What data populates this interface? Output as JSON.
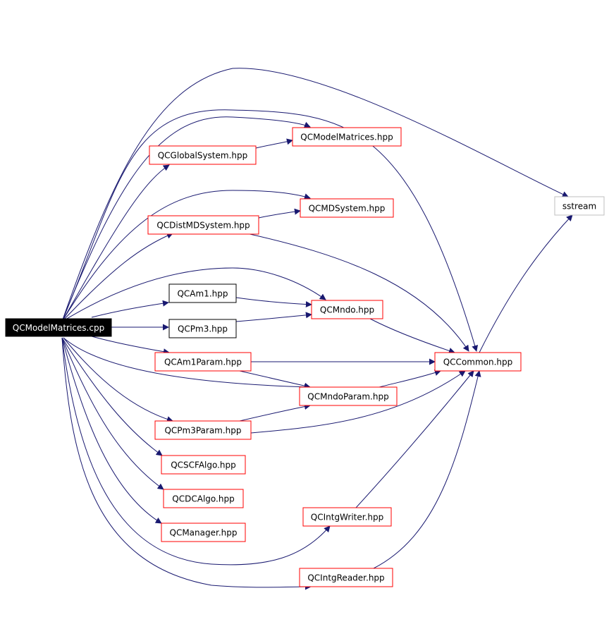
{
  "diagram": {
    "nodes": [
      {
        "id": "root",
        "label": "QCModelMatrices.cpp",
        "style": "root"
      },
      {
        "id": "modelmat",
        "label": "QCModelMatrices.hpp",
        "style": "red"
      },
      {
        "id": "globalsys",
        "label": "QCGlobalSystem.hpp",
        "style": "red"
      },
      {
        "id": "mdsystem",
        "label": "QCMDSystem.hpp",
        "style": "red"
      },
      {
        "id": "distmd",
        "label": "QCDistMDSystem.hpp",
        "style": "red"
      },
      {
        "id": "am1",
        "label": "QCAm1.hpp",
        "style": "black"
      },
      {
        "id": "mndo",
        "label": "QCMndo.hpp",
        "style": "red"
      },
      {
        "id": "pm3",
        "label": "QCPm3.hpp",
        "style": "black"
      },
      {
        "id": "am1param",
        "label": "QCAm1Param.hpp",
        "style": "red"
      },
      {
        "id": "common",
        "label": "QCCommon.hpp",
        "style": "red"
      },
      {
        "id": "mndoparam",
        "label": "QCMndoParam.hpp",
        "style": "red"
      },
      {
        "id": "pm3param",
        "label": "QCPm3Param.hpp",
        "style": "red"
      },
      {
        "id": "scfalgo",
        "label": "QCSCFAlgo.hpp",
        "style": "red"
      },
      {
        "id": "dcalgo",
        "label": "QCDCAlgo.hpp",
        "style": "red"
      },
      {
        "id": "manager",
        "label": "QCManager.hpp",
        "style": "red"
      },
      {
        "id": "intgwriter",
        "label": "QCIntgWriter.hpp",
        "style": "red"
      },
      {
        "id": "intgreader",
        "label": "QCIntgReader.hpp",
        "style": "red"
      },
      {
        "id": "sstream",
        "label": "sstream",
        "style": "gray"
      }
    ],
    "edges": [
      [
        "root",
        "sstream"
      ],
      [
        "root",
        "common"
      ],
      [
        "root",
        "modelmat"
      ],
      [
        "root",
        "globalsys"
      ],
      [
        "root",
        "mdsystem"
      ],
      [
        "root",
        "distmd"
      ],
      [
        "root",
        "mndo"
      ],
      [
        "root",
        "am1"
      ],
      [
        "root",
        "pm3"
      ],
      [
        "root",
        "am1param"
      ],
      [
        "root",
        "mndoparam"
      ],
      [
        "root",
        "pm3param"
      ],
      [
        "root",
        "scfalgo"
      ],
      [
        "root",
        "dcalgo"
      ],
      [
        "root",
        "manager"
      ],
      [
        "root",
        "intgwriter"
      ],
      [
        "root",
        "intgreader"
      ],
      [
        "globalsys",
        "modelmat"
      ],
      [
        "distmd",
        "mdsystem"
      ],
      [
        "distmd",
        "common"
      ],
      [
        "am1",
        "mndo"
      ],
      [
        "pm3",
        "mndo"
      ],
      [
        "mndo",
        "common"
      ],
      [
        "am1param",
        "common"
      ],
      [
        "am1param",
        "mndoparam"
      ],
      [
        "mndoparam",
        "common"
      ],
      [
        "pm3param",
        "mndoparam"
      ],
      [
        "pm3param",
        "common"
      ],
      [
        "intgwriter",
        "common"
      ],
      [
        "intgreader",
        "common"
      ],
      [
        "common",
        "sstream"
      ]
    ],
    "colors": {
      "edge": "#191970",
      "red_border": "#ff0000",
      "black_border": "#000000",
      "gray_border": "#bfbfbf",
      "root_fill": "#000000",
      "root_text": "#ffffff",
      "text": "#000000"
    }
  }
}
